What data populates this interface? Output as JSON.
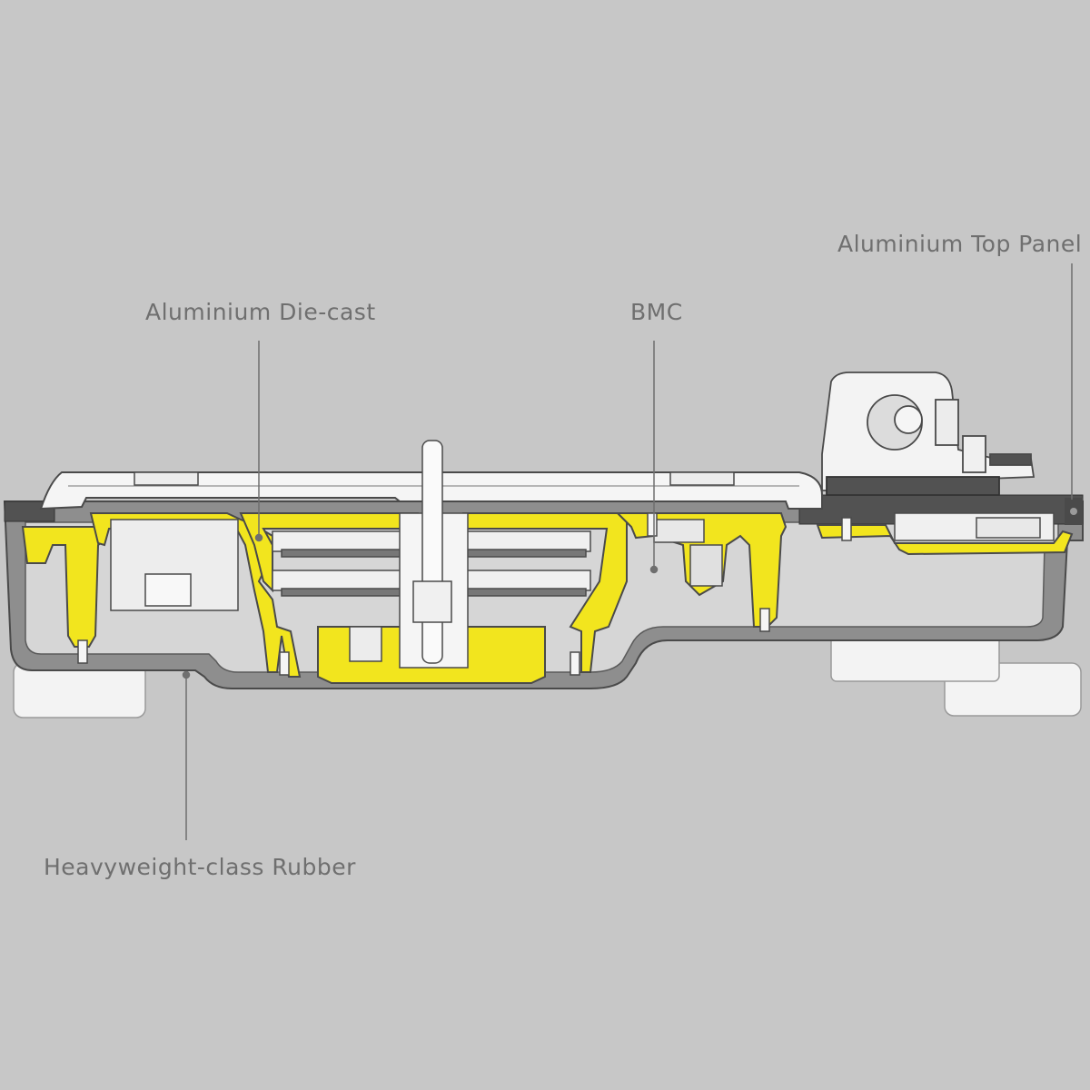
{
  "labels": {
    "top_panel": "Aluminium Top Panel",
    "die_cast": "Aluminium Die-cast",
    "bmc": "BMC",
    "rubber": "Heavyweight-class Rubber"
  },
  "colors": {
    "background": "#c7c7c7",
    "die_cast_fill": "#f2e51e",
    "bmc_fill": "#d4d4d4",
    "rubber_fill": "#8e8e8e",
    "top_panel_fill": "#525252",
    "line": "#4a4a4a",
    "white_part": "#f3f3f3",
    "label_text": "#6f6f6f"
  }
}
